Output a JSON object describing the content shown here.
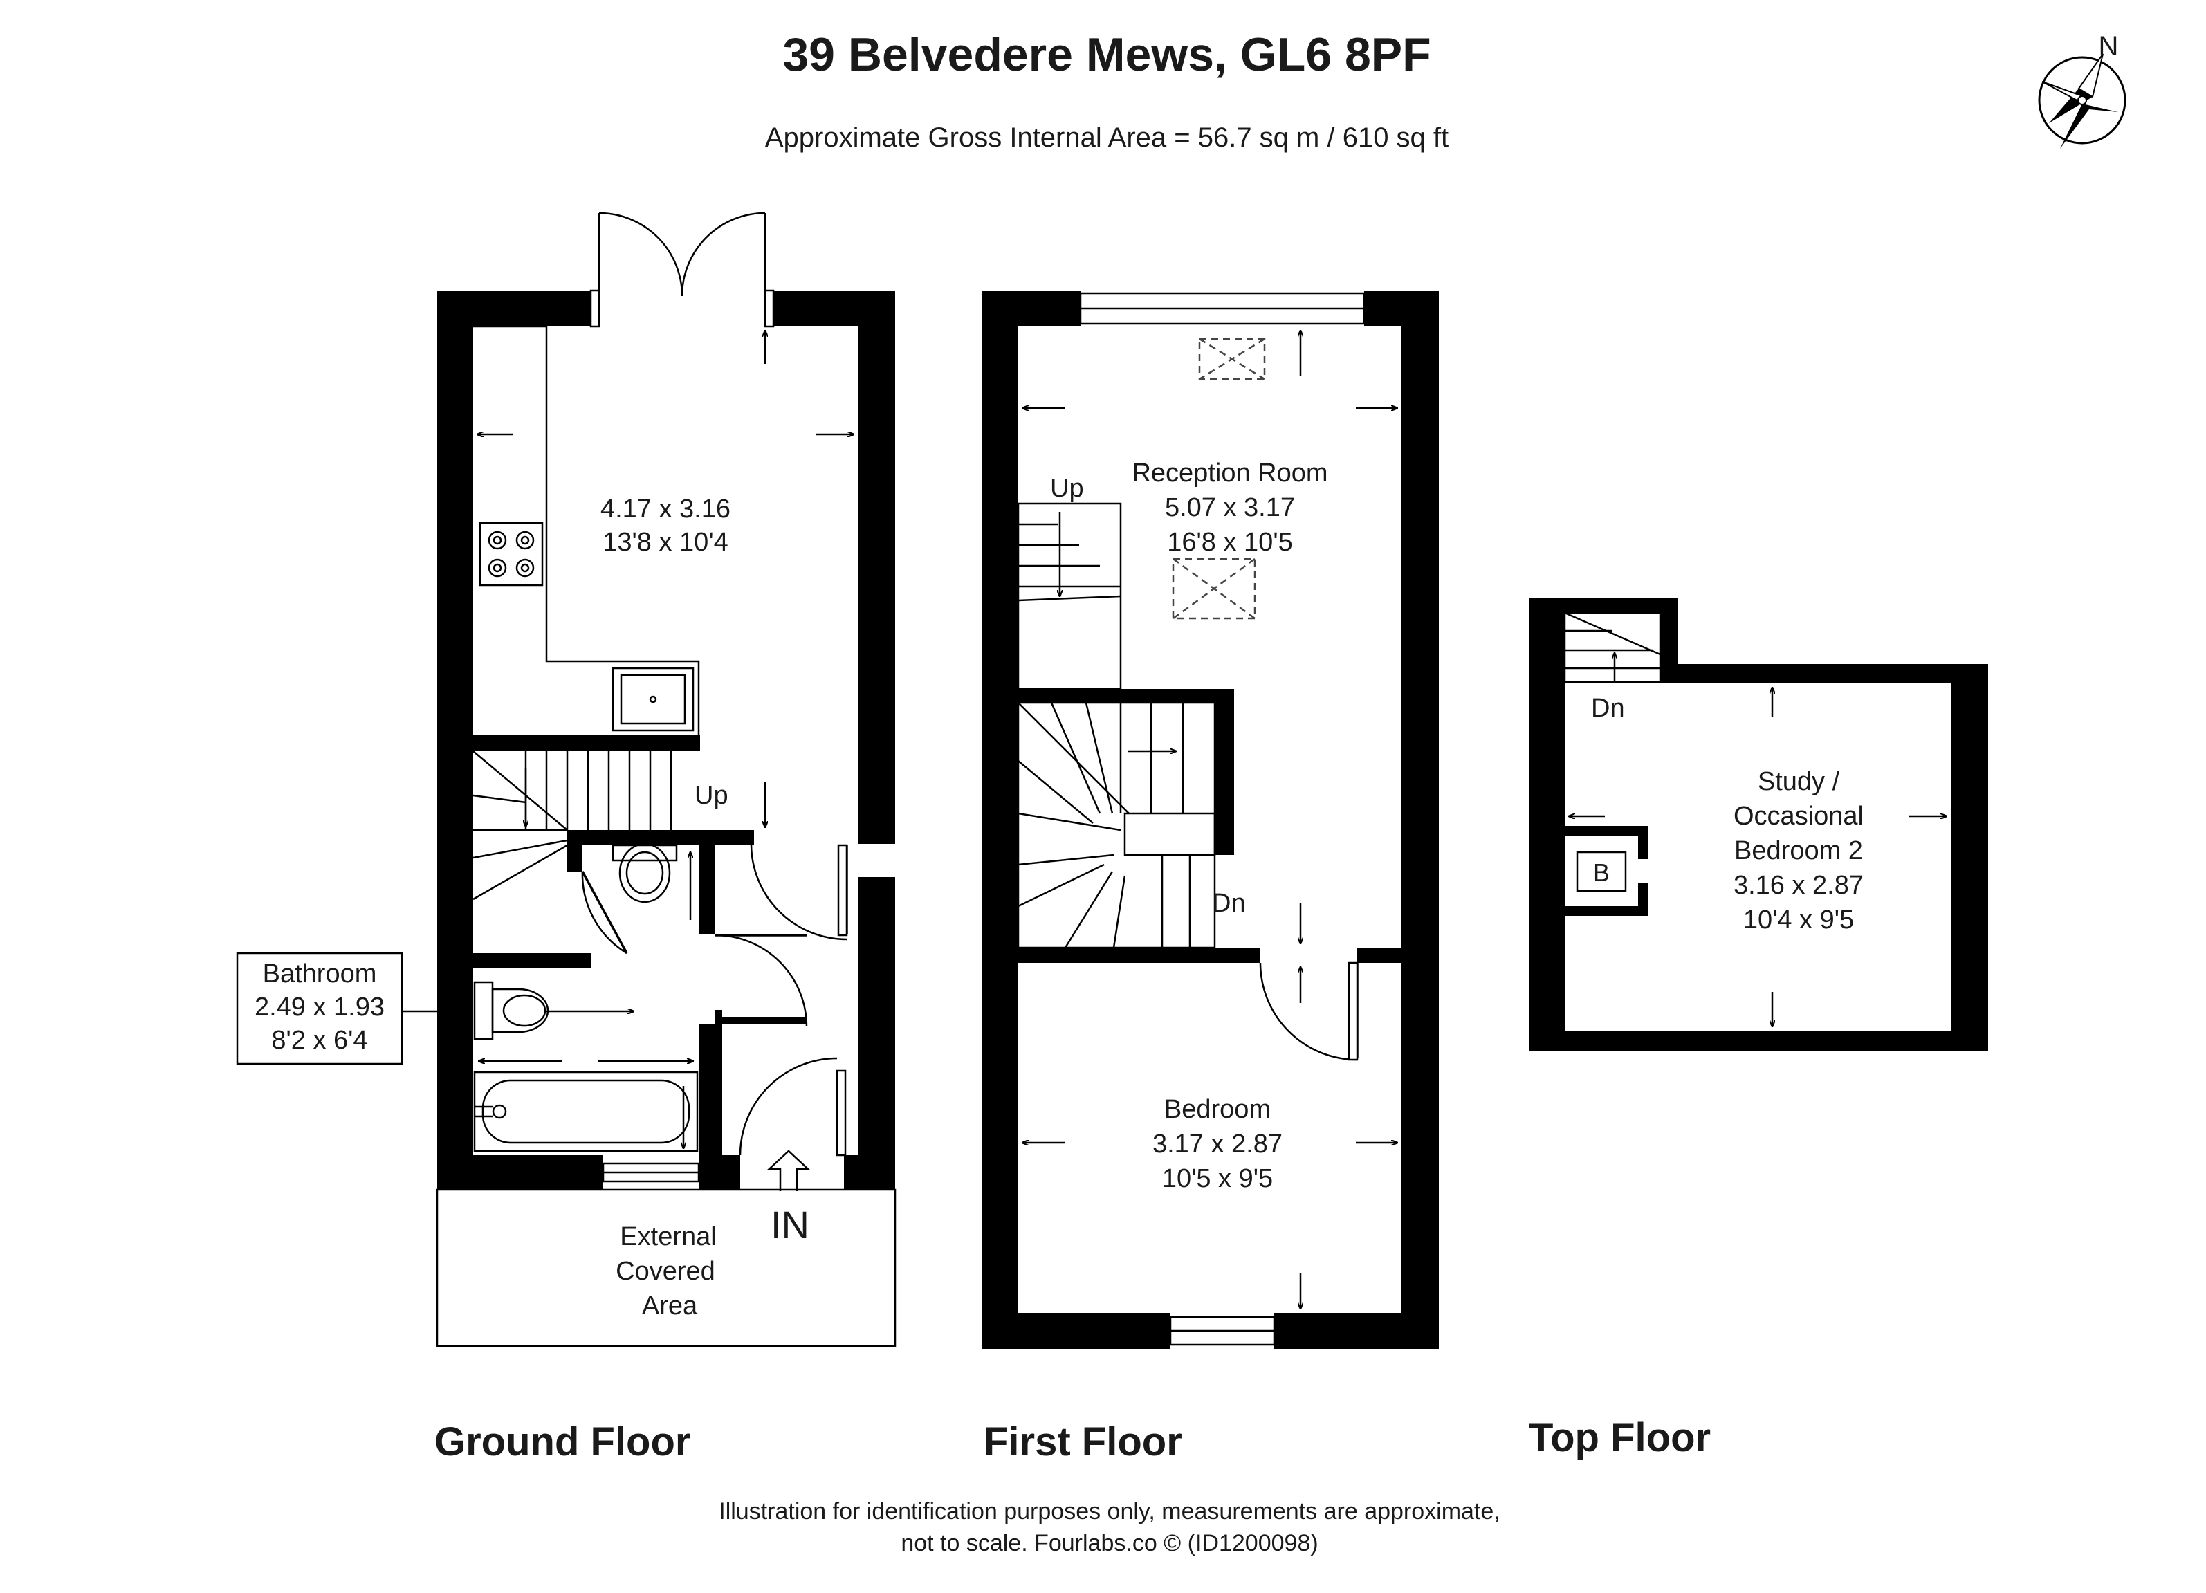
{
  "header": {
    "title": "39 Belvedere Mews, GL6 8PF",
    "area": "Approximate Gross Internal Area = 56.7 sq m / 610 sq ft",
    "compass_label": "N"
  },
  "ground_floor": {
    "label": "Ground Floor",
    "kitchen": {
      "metric": "4.17 x 3.16",
      "imperial": "13'8 x 10'4"
    },
    "bathroom": {
      "name": "Bathroom",
      "metric": "2.49 x 1.93",
      "imperial": "8'2 x 6'4"
    },
    "stairs_label": "Up",
    "entrance_label": "IN",
    "external": [
      "External",
      "Covered",
      "Area"
    ]
  },
  "first_floor": {
    "label": "First Floor",
    "reception": {
      "name": "Reception Room",
      "metric": "5.07 x 3.17",
      "imperial": "16'8 x 10'5"
    },
    "bedroom": {
      "name": "Bedroom",
      "metric": "3.17 x 2.87",
      "imperial": "10'5 x 9'5"
    },
    "stairs_up_label": "Up",
    "stairs_down_label": "Dn"
  },
  "top_floor": {
    "label": "Top Floor",
    "study": {
      "lines": [
        "Study /",
        "Occasional",
        "Bedroom 2"
      ],
      "metric": "3.16 x 2.87",
      "imperial": "10'4 x 9'5"
    },
    "stairs_down_label": "Dn",
    "boiler_label": "B"
  },
  "footer": {
    "line1": "Illustration for identification purposes only, measurements are approximate,",
    "line2": "not to scale. Fourlabs.co © (ID1200098)"
  }
}
